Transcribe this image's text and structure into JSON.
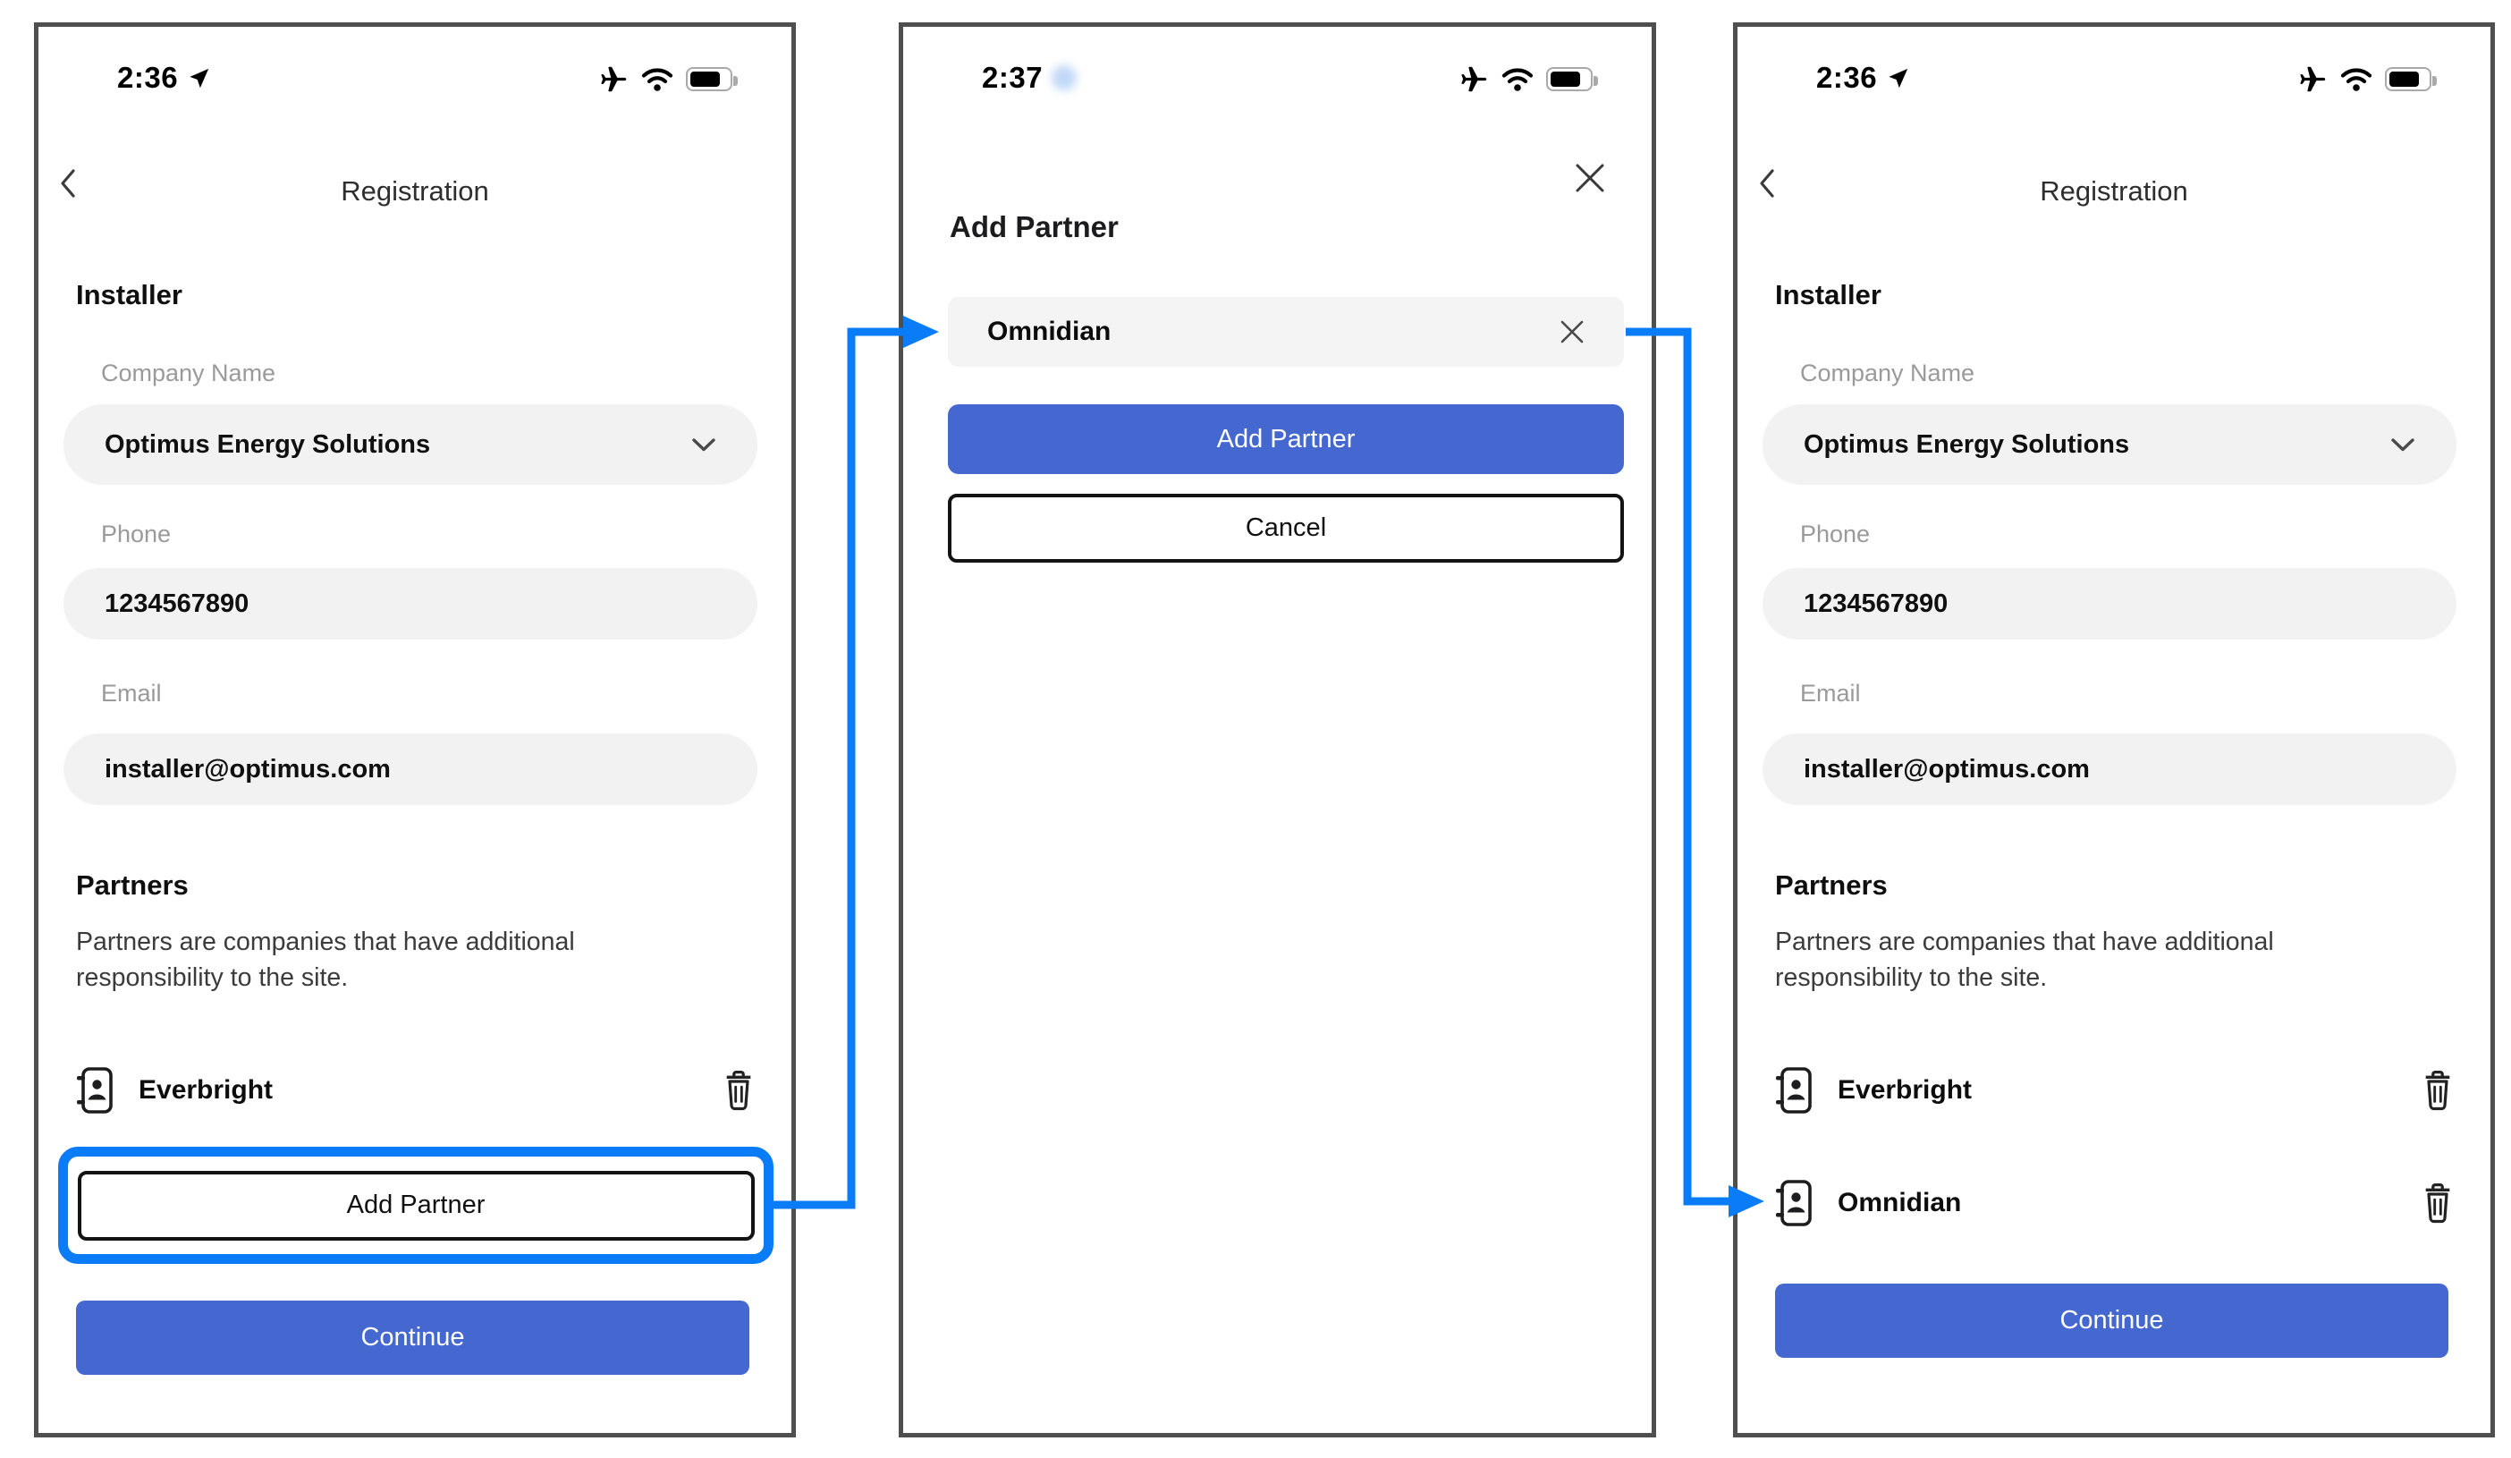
{
  "colors": {
    "primary_blue": "#4468cf",
    "highlight_blue": "#0b7cf8",
    "field_bg": "#f2f2f3",
    "label_gray": "#9a9a9a",
    "frame_gray": "#4f4f4f"
  },
  "icons": {
    "status": [
      "location-arrow",
      "airplane",
      "wifi",
      "battery"
    ],
    "nav": [
      "chevron-left",
      "close"
    ],
    "field": [
      "chevron-down",
      "clear-x"
    ],
    "partner_row": [
      "contact-card",
      "trash"
    ]
  },
  "screens": {
    "registration_before": {
      "status": {
        "time": "2:36"
      },
      "nav": {
        "title": "Registration"
      },
      "installer": {
        "heading": "Installer",
        "company_label": "Company Name",
        "company_value": "Optimus Energy Solutions",
        "phone_label": "Phone",
        "phone_value": "1234567890",
        "email_label": "Email",
        "email_value": "installer@optimus.com"
      },
      "partners": {
        "heading": "Partners",
        "description": "Partners are companies that have additional responsibility to the site.",
        "items": [
          {
            "name": "Everbright"
          }
        ],
        "add_button": "Add Partner"
      },
      "continue_button": "Continue"
    },
    "add_partner_modal": {
      "status": {
        "time": "2:37"
      },
      "title": "Add Partner",
      "input_value": "Omnidian",
      "add_button": "Add Partner",
      "cancel_button": "Cancel"
    },
    "registration_after": {
      "status": {
        "time": "2:36"
      },
      "nav": {
        "title": "Registration"
      },
      "installer": {
        "heading": "Installer",
        "company_label": "Company Name",
        "company_value": "Optimus Energy Solutions",
        "phone_label": "Phone",
        "phone_value": "1234567890",
        "email_label": "Email",
        "email_value": "installer@optimus.com"
      },
      "partners": {
        "heading": "Partners",
        "description": "Partners are companies that have additional responsibility to the site.",
        "items": [
          {
            "name": "Everbright"
          },
          {
            "name": "Omnidian"
          }
        ]
      },
      "continue_button": "Continue"
    }
  }
}
